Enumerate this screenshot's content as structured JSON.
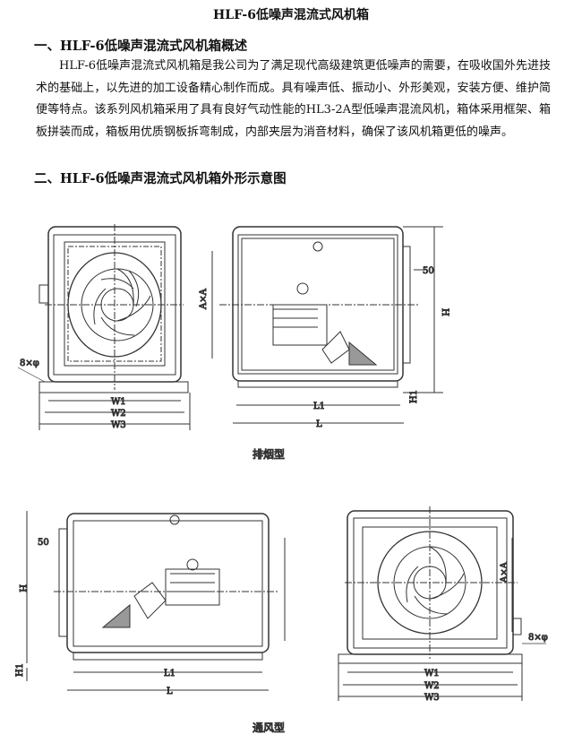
{
  "title": "HLF-6低噪声混流式风机箱",
  "section1": "一、HLF-6低噪声混流式风机箱概述",
  "paragraph": "HLF-6低噪声混流式风机箱是我公司为了满足现代高级建筑更低噪声的需要，在吸收国外先进技术的基础上，以先进的加工设备精心制作而成。具有噪声低、振动小、外形美观，安装方便、维护简便等特点。该系列风机箱采用了具有良好气动性能的HL3-2A型低噪声混流风机，箱体采用框架、箱板拼装而成，箱板用优质钢板拆弯制成，内部夹层为消音材料，确保了该风机箱更低的噪声。",
  "section2": "二、HLF-6低噪声混流式风机箱外形示意图",
  "fig1": {
    "caption": "排烟型",
    "hole": "8×φ",
    "w1": "W1",
    "w2": "W2",
    "w3": "W3",
    "axa": "A×A",
    "d50": "50",
    "h": "H",
    "h1": "H1",
    "l1": "L1",
    "l": "L"
  },
  "fig2": {
    "caption": "通风型",
    "hole": "8×φ",
    "w1": "W1",
    "w2": "W2",
    "w3": "W3",
    "axa": "A×A",
    "d50": "50",
    "h": "H",
    "h1": "H1",
    "l1": "L1",
    "l": "L"
  }
}
